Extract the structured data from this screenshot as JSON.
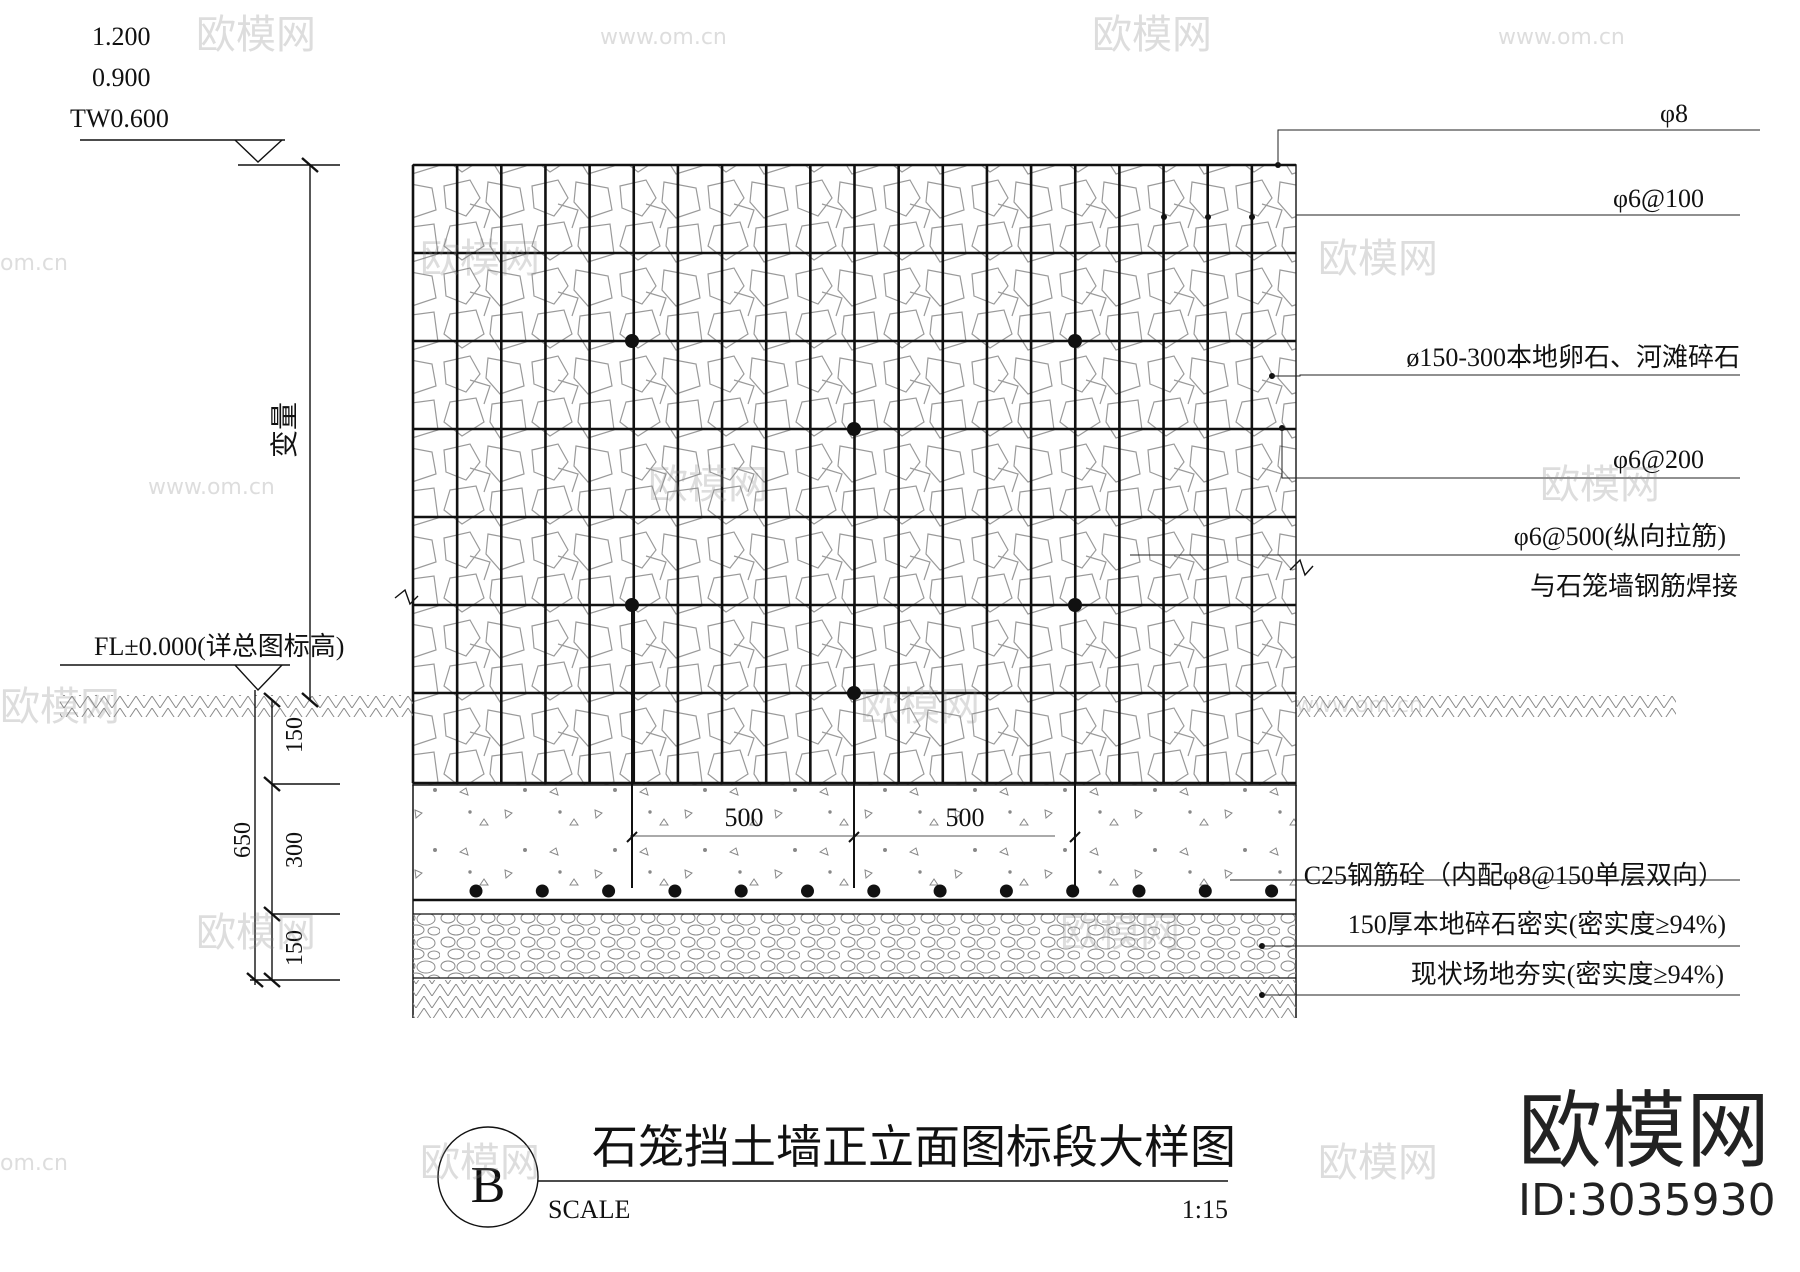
{
  "elevations": {
    "top": "1.200",
    "mid": "0.900",
    "tw": "TW0.600",
    "floor": "FL±0.000(详总图标高)"
  },
  "dims": {
    "variable": "变量",
    "d150_top": "150",
    "d300": "300",
    "d150_bot": "150",
    "d650": "650",
    "span1": "500",
    "span2": "500"
  },
  "callouts": {
    "phi8": "φ8",
    "phi6_100": "φ6@100",
    "stone": "ø150-300本地卵石、河滩碎石",
    "phi6_200": "φ6@200",
    "phi6_500": "φ6@500(纵向拉筋)",
    "weld": "与石笼墙钢筋焊接",
    "c25": "C25钢筋砼（内配φ8@150单层双向）",
    "gravel": "150厚本地碎石密实(密实度≥94%)",
    "soil": "现状场地夯实(密实度≥94%)"
  },
  "title": {
    "marker": "B",
    "text": "石笼挡土墙正立面图标段大样图",
    "scale_label": "SCALE",
    "scale_value": "1:15"
  },
  "watermark": {
    "brand": "欧模网",
    "url": "www.om.cn",
    "short_url": "om.cn",
    "id": "ID:3035930"
  }
}
